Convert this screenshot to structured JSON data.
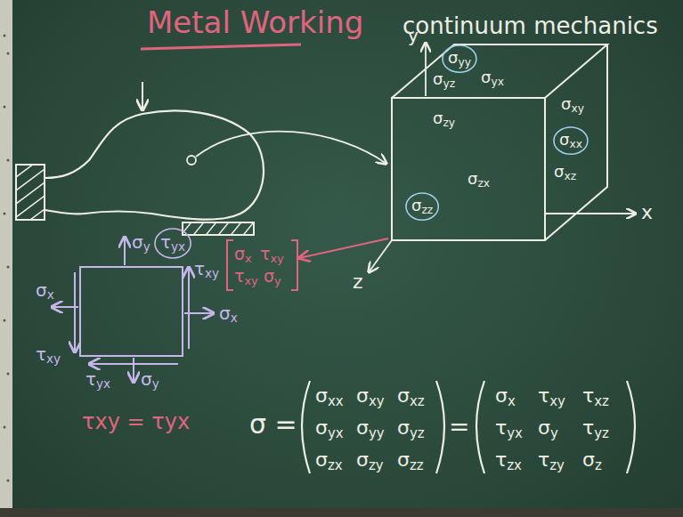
{
  "diagram": {
    "title": "Metal Working",
    "labels": [
      "continuum mechanics",
      "y",
      "x",
      "z",
      "σyy",
      "σyx",
      "σyz",
      "σzy",
      "σzx",
      "σzz",
      "σxy",
      "σxx",
      "σxz",
      "σx",
      "σx",
      "σy",
      "τyx",
      "τxy",
      "τxy",
      "τyx",
      "σy",
      "σx",
      "τxy",
      "τxy",
      "σy",
      "τxy = τyx",
      "σ =",
      "σxx",
      "σxy",
      "σxz",
      "σyx",
      "σyy",
      "σyz",
      "σzx",
      "σzy",
      "σzz",
      "=",
      "σx",
      "τxy",
      "τxz",
      "τyx",
      "σy",
      "τyz",
      "τzx",
      "τzy",
      "σz"
    ]
  }
}
